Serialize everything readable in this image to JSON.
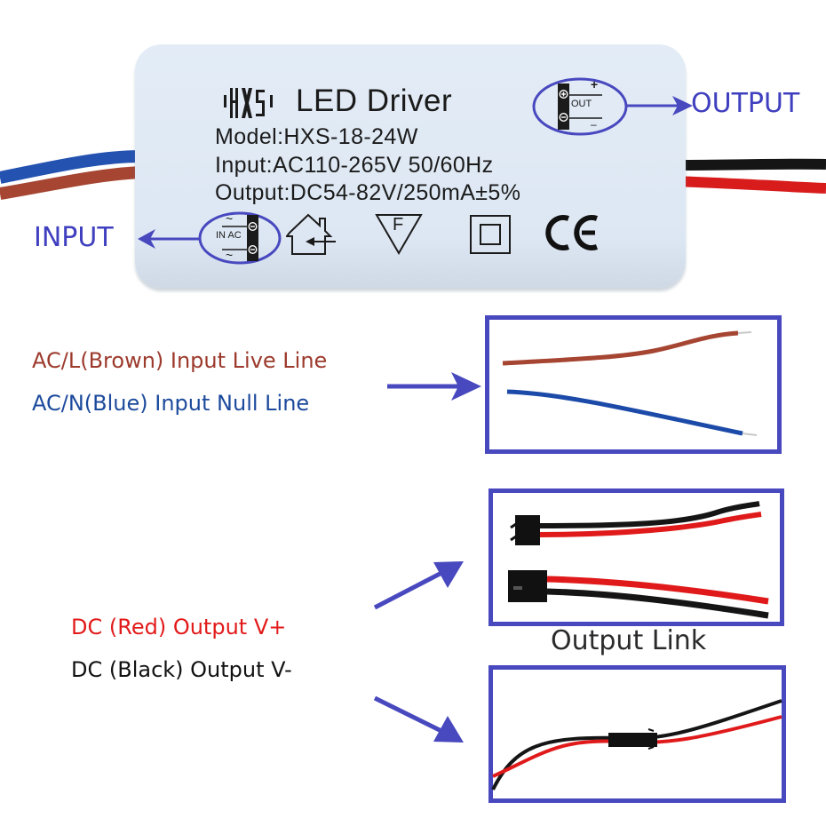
{
  "driver": {
    "logo": "HXS",
    "title": "LED Driver",
    "model": "Model:HXS-18-24W",
    "input_spec": "Input:AC110-265V 50/60Hz",
    "output_spec": "Output:DC54-82V/250mA±5%",
    "out_terminal_label": "OUT",
    "out_plus": "+",
    "out_minus": "–",
    "in_terminal_label": "IN AC",
    "in_tilde": "~",
    "fuse_symbol_letter": "F",
    "ce_mark": "CE",
    "icons": [
      "hxs-logo-icon",
      "output-terminal-icon",
      "input-terminal-icon",
      "indoor-use-icon",
      "f-mark-triangle-icon",
      "double-insulation-icon",
      "ce-mark-icon"
    ]
  },
  "callouts": {
    "output": "OUTPUT",
    "input": "INPUT"
  },
  "input_wires": {
    "live_label": "AC/L(Brown) Input Live Line",
    "null_label": "AC/N(Blue) Input Null Line"
  },
  "output_wires": {
    "positive_label": "DC  (Red) Output V+",
    "negative_label": "DC  (Black) Output V-",
    "link_caption": "Output Link"
  },
  "colors": {
    "accent": "#4848bf",
    "brown": "#9c3a2c",
    "blue": "#1c4a9c",
    "red": "#e21a1a",
    "black": "#111111"
  }
}
